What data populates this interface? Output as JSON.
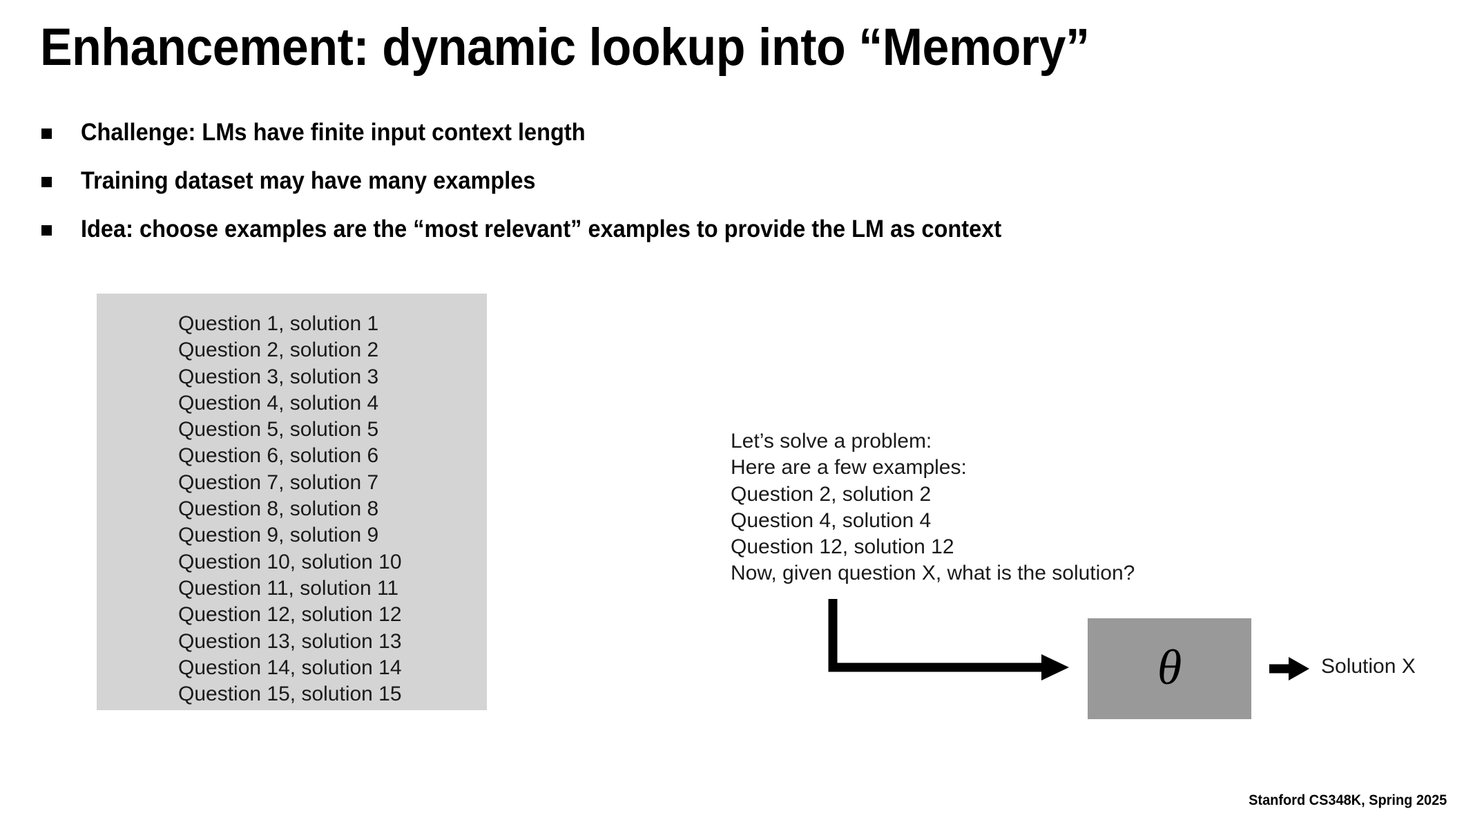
{
  "slide": {
    "title": "Enhancement: dynamic lookup into “Memory”",
    "footer": "Stanford CS348K, Spring 2025"
  },
  "bullets": [
    {
      "marker": "square-bullet",
      "text": "Challenge: LMs have finite input context length"
    },
    {
      "marker": "square-bullet",
      "text": "Training dataset may have many examples"
    },
    {
      "marker": "square-bullet",
      "text": "Idea: choose examples are the “most relevant” examples to provide the LM as context"
    }
  ],
  "memory_box": {
    "label": "memory-store",
    "background_color": "#d4d4d4",
    "lines": [
      "Question 1, solution 1",
      "Question 2, solution 2",
      "Question 3, solution 3",
      "Question 4, solution 4",
      "Question 5, solution 5",
      "Question 6, solution 6",
      "Question 7, solution 7",
      "Question 8, solution 8",
      "Question 9, solution 9",
      "Question 10, solution 10",
      "Question 11, solution 11",
      "Question 12, solution 12",
      "Question 13, solution 13",
      "Question 14, solution 14",
      "Question 15, solution 15"
    ]
  },
  "prompt_block": {
    "label": "constructed-prompt",
    "lines": [
      "Let’s solve a problem:",
      "Here are a few examples:",
      "Question 2, solution 2",
      "Question 4, solution 4",
      "Question 12, solution 12",
      "Now, given question X, what is the solution?"
    ]
  },
  "model_box": {
    "label": "language-model",
    "symbol": "θ",
    "background_color": "#999999"
  },
  "output": {
    "arrow_icon": "right-arrow-icon",
    "label": "Solution X"
  },
  "flow_arrow": {
    "icon": "elbow-right-arrow-icon"
  },
  "colors": {
    "background": "#ffffff",
    "text": "#1a1a1a",
    "title": "#000000",
    "memory_gray": "#d4d4d4",
    "model_gray": "#999999"
  }
}
